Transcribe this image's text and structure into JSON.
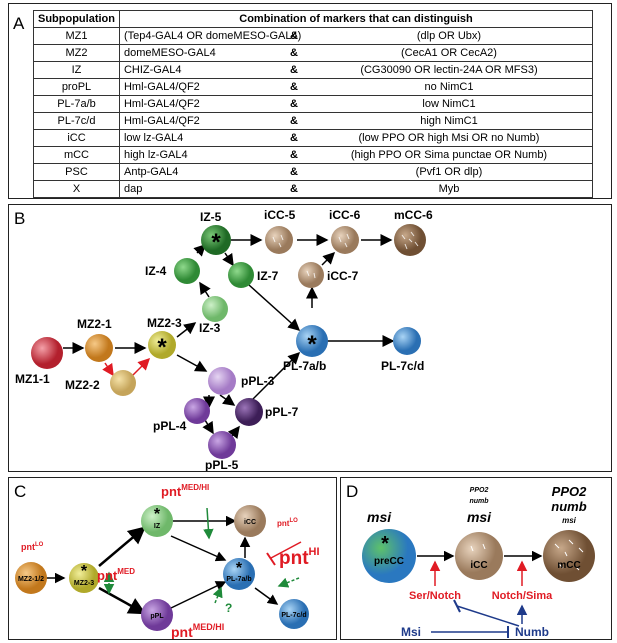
{
  "panelA": {
    "label": "A",
    "header": [
      "Subpopulation",
      "Combination of markers that can distinguish"
    ],
    "rows": [
      {
        "sub": "MZ1",
        "a": "(Tep4-GAL4 OR domeMESO-GAL4)",
        "amp": "&",
        "b": "(dlp OR Ubx)"
      },
      {
        "sub": "MZ2",
        "a": "domeMESO-GAL4",
        "amp": "&",
        "b": "(CecA1 OR CecA2)"
      },
      {
        "sub": "IZ",
        "a": "CHIZ-GAL4",
        "amp": "&",
        "b": "(CG30090 OR lectin-24A OR MFS3)"
      },
      {
        "sub": "proPL",
        "a": "Hml-GAL4/QF2",
        "amp": "&",
        "b": "no NimC1"
      },
      {
        "sub": "PL-7a/b",
        "a": "Hml-GAL4/QF2",
        "amp": "&",
        "b": "low NimC1"
      },
      {
        "sub": "PL-7c/d",
        "a": "Hml-GAL4/QF2",
        "amp": "&",
        "b": "high NimC1"
      },
      {
        "sub": "iCC",
        "a": "low lz-GAL4",
        "amp": "&",
        "b": "(low PPO OR high Msi OR no Numb)"
      },
      {
        "sub": "mCC",
        "a": "high lz-GAL4",
        "amp": "&",
        "b": "(high PPO OR Sima punctae OR Numb)"
      },
      {
        "sub": "PSC",
        "a": "Antp-GAL4",
        "amp": "&",
        "b": "(Pvf1 OR dlp)"
      },
      {
        "sub": "X",
        "a": "dap",
        "amp": "&",
        "b": "Myb"
      }
    ]
  },
  "panelB": {
    "label": "B",
    "nodes": {
      "mz11": "MZ1-1",
      "mz21": "MZ2-1",
      "mz22": "MZ2-2",
      "mz23": "MZ2-3",
      "iz3": "IZ-3",
      "iz4": "IZ-4",
      "iz5": "IZ-5",
      "iz7": "IZ-7",
      "icc5": "iCC-5",
      "icc6": "iCC-6",
      "icc7": "iCC-7",
      "mcc6": "mCC-6",
      "ppl3": "pPL-3",
      "ppl4": "pPL-4",
      "ppl5": "pPL-5",
      "ppl7": "pPL-7",
      "pl7ab": "PL-7a/b",
      "pl7cd": "PL-7c/d"
    },
    "star": "*"
  },
  "panelC": {
    "label": "C",
    "nodes": {
      "mz212": "MZ2-1/2",
      "mz23": "MZ2-3",
      "iz": "IZ",
      "icc": "iCC",
      "pl7ab": "PL-7a/b",
      "ppl": "pPL",
      "pl7cd": "PL-7c/d"
    },
    "pnt_lo_left": {
      "base": "pnt",
      "sup": "LO"
    },
    "pnt_med_hi_top": {
      "base": "pnt",
      "sup": "MED/HI"
    },
    "pnt_lo_right": {
      "base": "pnt",
      "sup": "LO"
    },
    "pnt_med": {
      "base": "pnt",
      "sup": "MED"
    },
    "pnt_hi": {
      "base": "pnt",
      "sup": "HI"
    },
    "pnt_med_hi_bottom": {
      "base": "pnt",
      "sup": "MED/HI"
    },
    "question": "?",
    "colors": {
      "red": "#e01b24",
      "green": "#1f8a3a"
    }
  },
  "panelD": {
    "label": "D",
    "precc": "preCC",
    "icc": "iCC",
    "mcc": "mCC",
    "msi_left": "msi",
    "icc_labels": [
      "PPO2",
      "numb",
      "msi"
    ],
    "mcc_labels": [
      "PPO2",
      "numb",
      "msi"
    ],
    "ser_notch": "Ser/Notch",
    "notch_sima": "Notch/Sima",
    "msi": "Msi",
    "numb": "Numb",
    "colors": {
      "red": "#e01b24",
      "blue": "#1e3a8a"
    }
  }
}
